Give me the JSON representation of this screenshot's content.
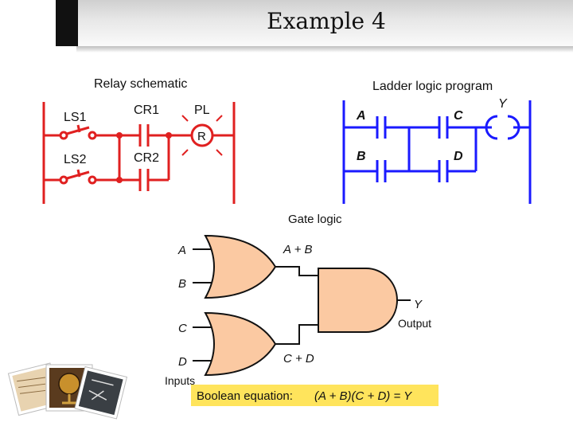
{
  "slide": {
    "title": "Example 4"
  },
  "relay": {
    "heading": "Relay schematic",
    "ls1": "LS1",
    "ls2": "LS2",
    "cr1": "CR1",
    "cr2": "CR2",
    "pl": "PL",
    "r": "R",
    "color": "#e02020"
  },
  "ladder": {
    "heading": "Ladder logic program",
    "a": "A",
    "b": "B",
    "c": "C",
    "d": "D",
    "y": "Y",
    "color": "#1a1aff"
  },
  "gate": {
    "heading": "Gate logic",
    "a": "A",
    "b": "B",
    "c": "C",
    "d": "D",
    "sum_ab": "A + B",
    "sum_cd": "C + D",
    "y": "Y",
    "output": "Output",
    "inputs": "Inputs",
    "gate_fill": "#fbc9a2"
  },
  "equation": {
    "label": "Boolean equation:",
    "expr": "(A + B)(C + D) = Y",
    "highlight": "#ffe45c"
  }
}
